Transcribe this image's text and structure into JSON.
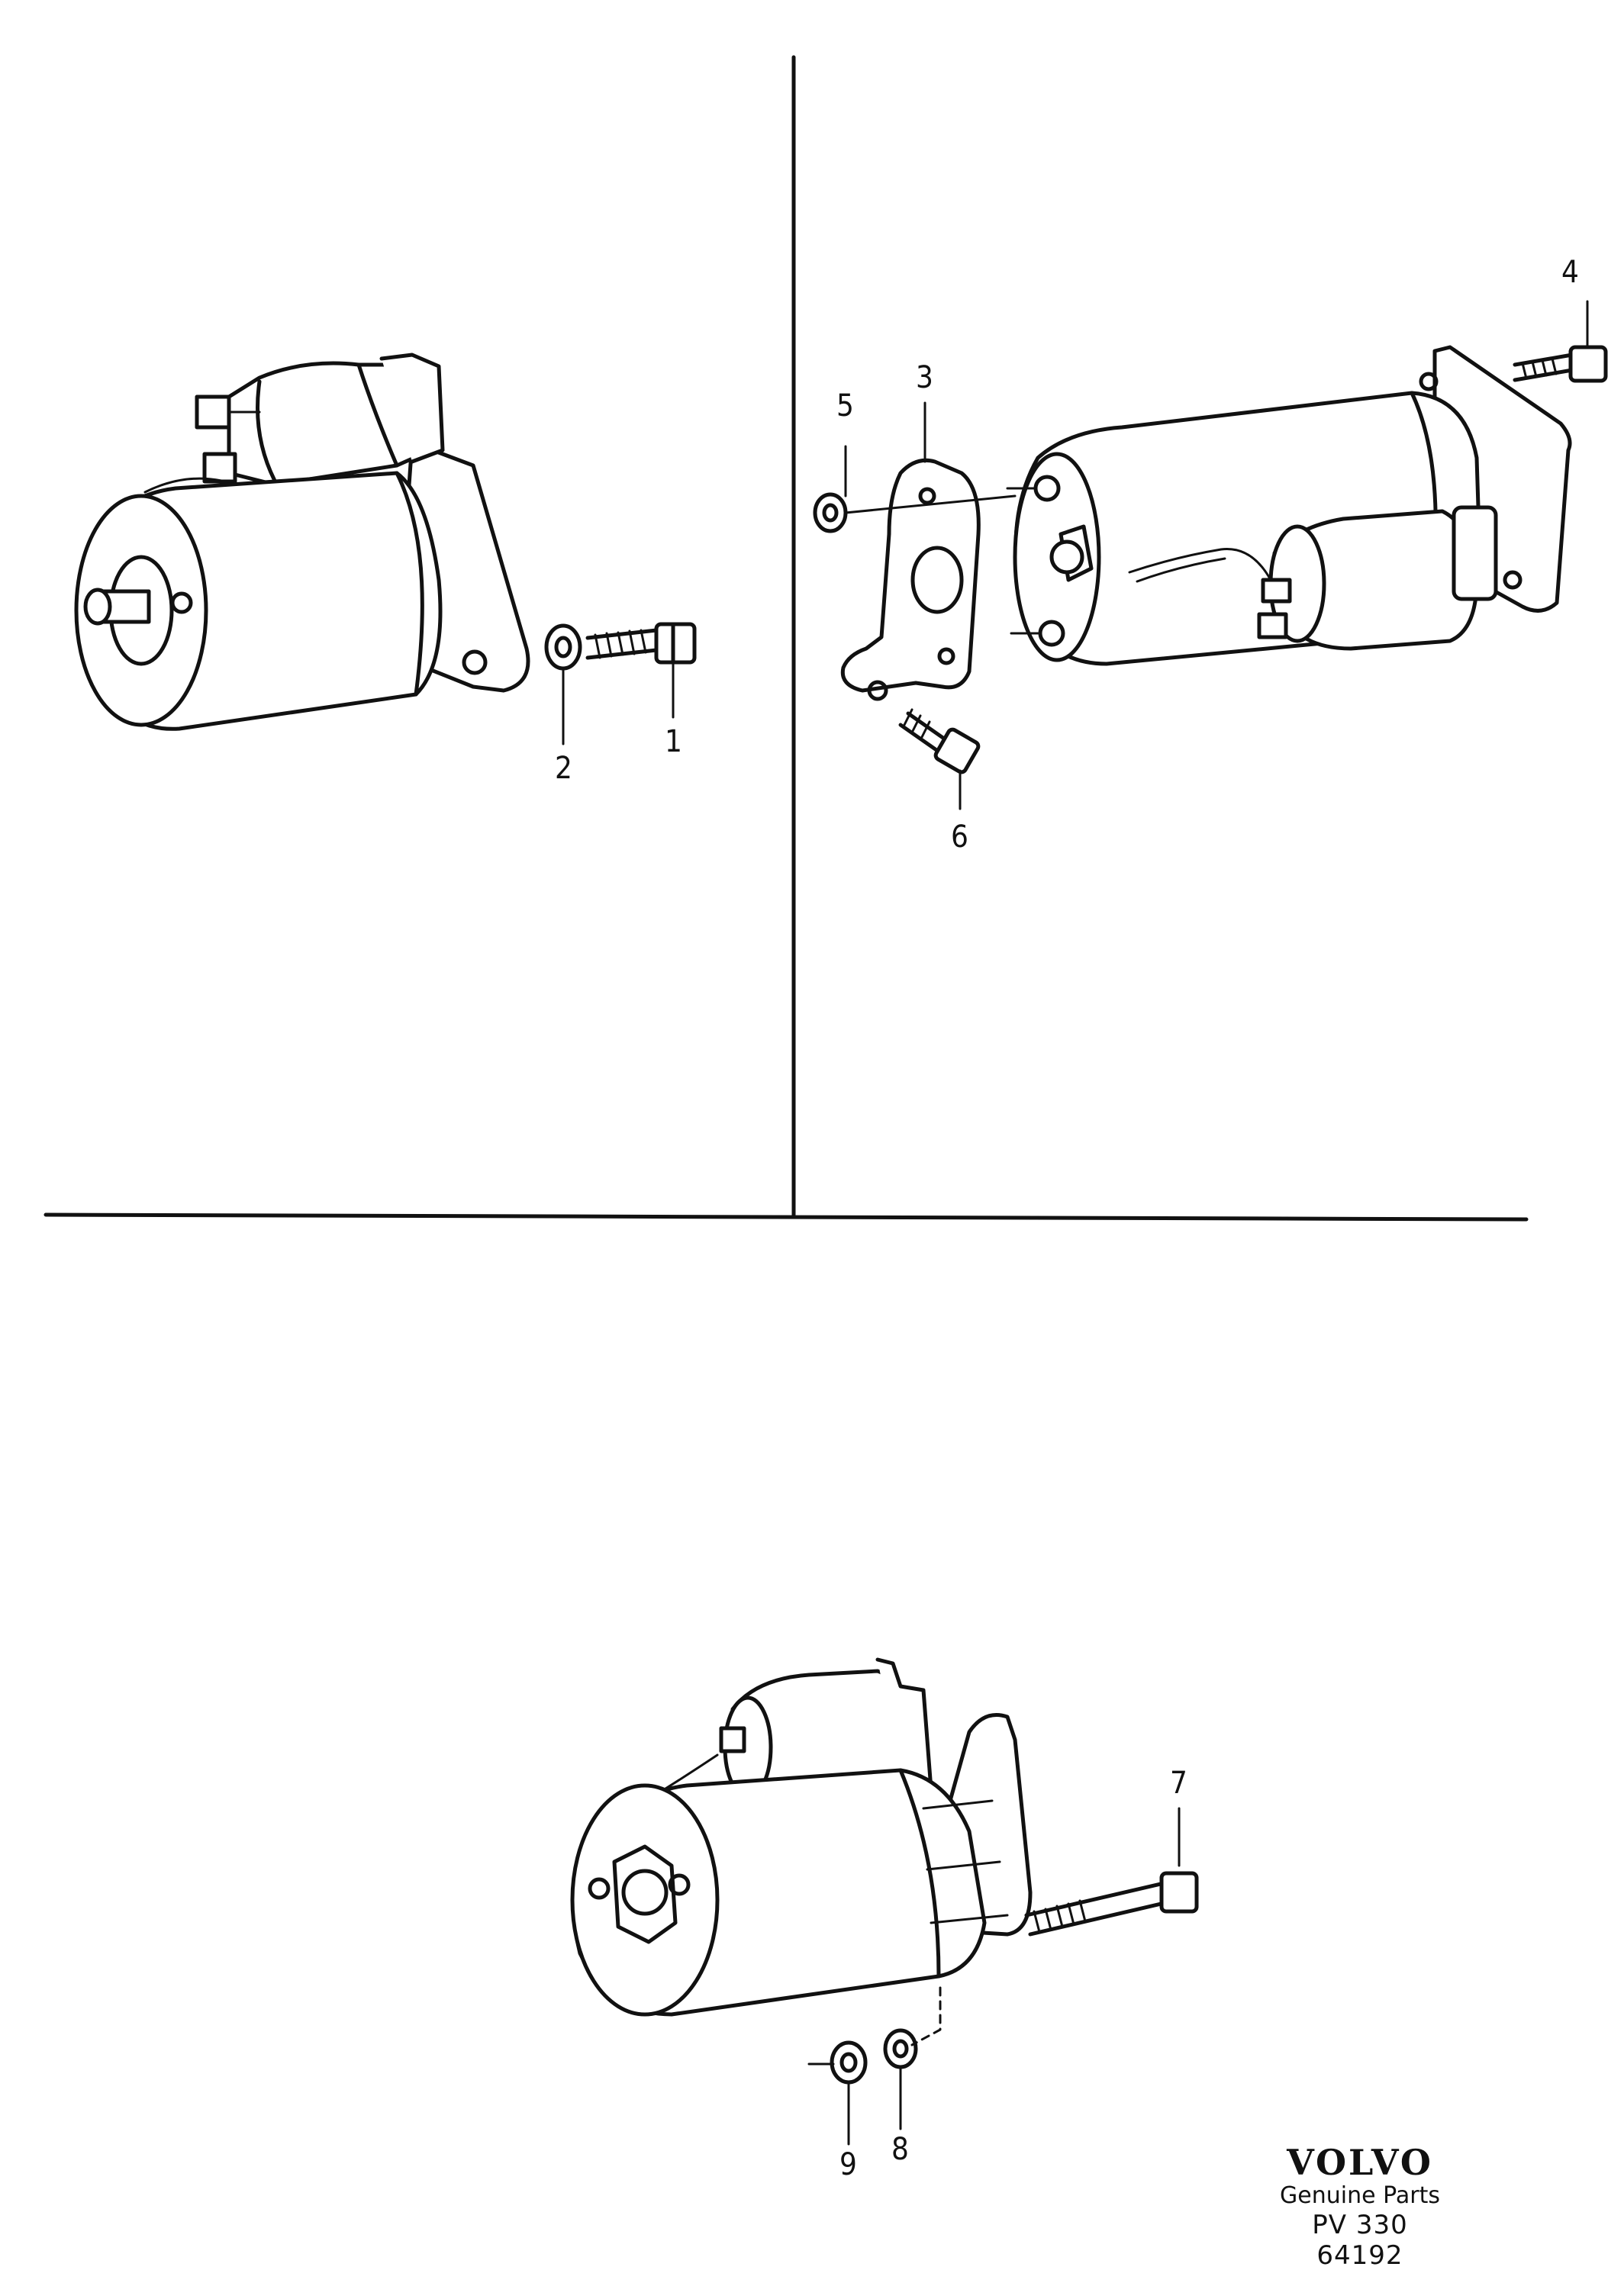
{
  "callouts": {
    "c1": "1",
    "c2": "2",
    "c3": "3",
    "c4": "4",
    "c5": "5",
    "c6": "6",
    "c7": "7",
    "c8": "8",
    "c9": "9"
  },
  "brand": {
    "logo": "VOLVO",
    "subtitle": "Genuine Parts",
    "code": "PV 330 64192"
  }
}
